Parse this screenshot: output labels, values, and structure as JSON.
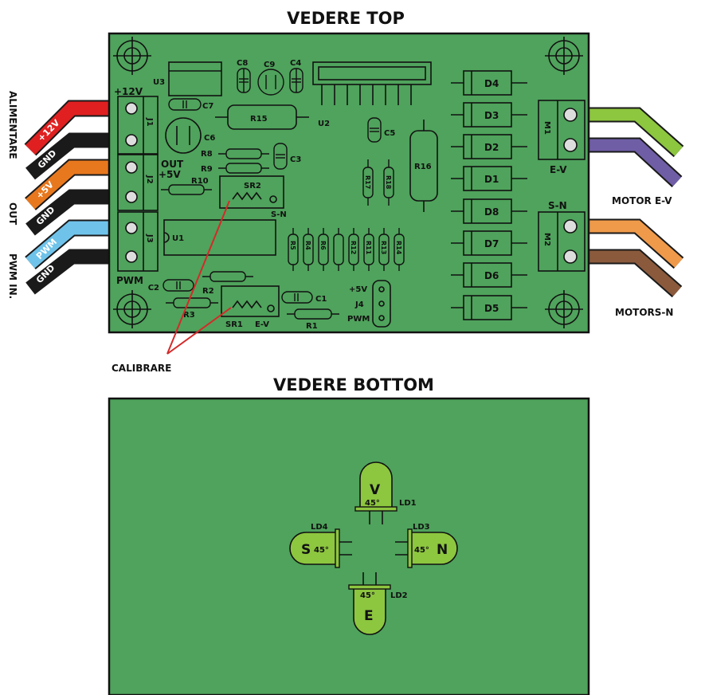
{
  "titles": {
    "top": "VEDERE TOP",
    "bottom": "VEDERE BOTTOM",
    "calibrare": "CALIBRARE"
  },
  "side_labels": {
    "alimentare": "ALIMENTARE",
    "out": "OUT",
    "pwm_in": "PWM IN."
  },
  "wires_left": [
    {
      "label": "+12V",
      "color": "#e02020"
    },
    {
      "label": "GND",
      "color": "#1a1a1a"
    },
    {
      "label": "+5V",
      "color": "#e8781e"
    },
    {
      "label": "GND",
      "color": "#1a1a1a"
    },
    {
      "label": "PWM",
      "color": "#6fc3ea"
    },
    {
      "label": "GND",
      "color": "#1a1a1a"
    }
  ],
  "motors": {
    "ev": {
      "label": "MOTOR E-V",
      "colors": [
        "#8dc63f",
        "#6f5ea6"
      ]
    },
    "sn": {
      "label": "MOTORS-N",
      "colors": [
        "#ef9a4a",
        "#8b5a3c"
      ]
    }
  },
  "board": {
    "fill": "#4fa35c",
    "plus12v": "+12V",
    "u3": "U3",
    "c8": "C8",
    "c9": "C9",
    "c4": "C4",
    "c7": "C7",
    "r15": "R15",
    "u2": "U2",
    "c5": "C5",
    "c6": "C6",
    "j1": "J1",
    "j2": "J2",
    "j3": "J3",
    "out": "OUT",
    "plus5v": "+5V",
    "r8": "R8",
    "r9": "R9",
    "r10": "R10",
    "c3": "C3",
    "sr2": "SR2",
    "sn": "S-N",
    "r16": "R16",
    "r17": "R17",
    "r18": "R18",
    "u1": "U1",
    "r_row": [
      "R5",
      "R4",
      "R6",
      "R12",
      "R11",
      "R13",
      "R14"
    ],
    "pwm": "PWM",
    "c2": "C2",
    "r2": "R2",
    "r3": "R3",
    "sr1": "SR1",
    "ev": "E-V",
    "c1": "C1",
    "r1": "R1",
    "j4_5v": "+5V",
    "j4": "J4",
    "j4_pwm": "PWM",
    "diodes": [
      "D4",
      "D3",
      "D2",
      "D1",
      "D8",
      "D7",
      "D6",
      "D5"
    ],
    "m1": "M1",
    "m2": "M2",
    "ev_label": "E-V",
    "sn_label": "S-N"
  },
  "leds": {
    "fill": "#8dc63f",
    "angle": "45°",
    "v": {
      "dir": "V",
      "name": "LD1"
    },
    "e": {
      "dir": "E",
      "name": "LD2"
    },
    "n": {
      "dir": "N",
      "name": "LD3"
    },
    "s": {
      "dir": "S",
      "name": "LD4"
    }
  }
}
